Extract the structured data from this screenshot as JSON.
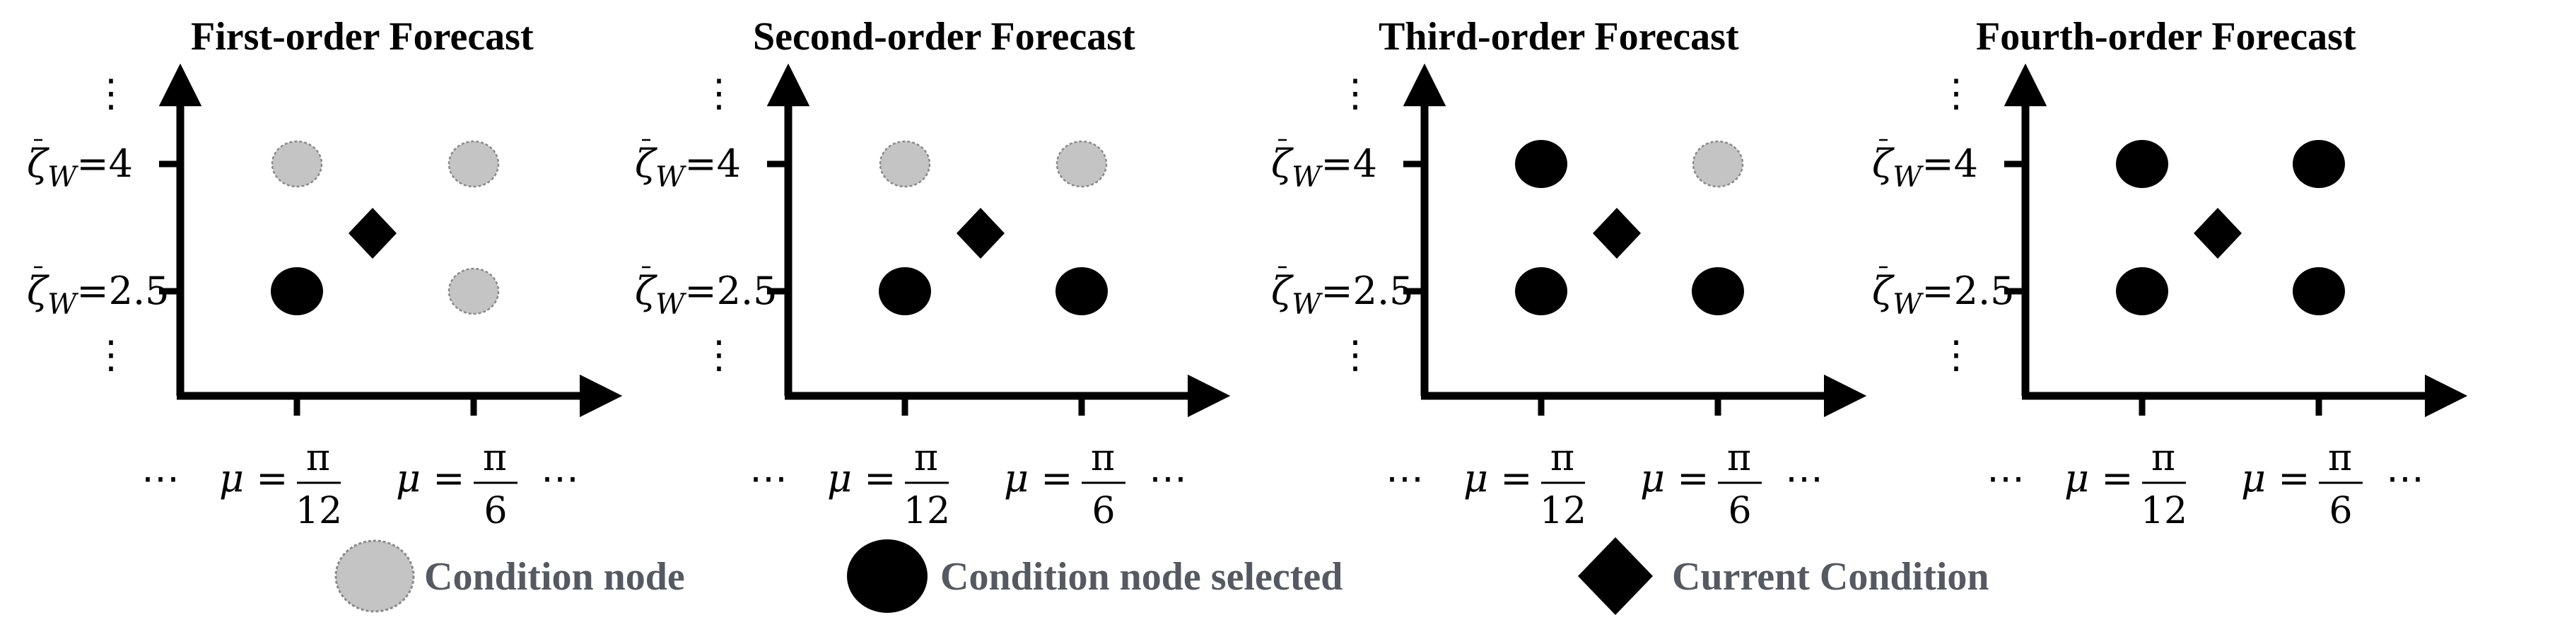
{
  "panels": [
    {
      "title": "First-order Forecast",
      "nodes": [
        {
          "mu": "pi/12",
          "zeta": "4",
          "selected": false
        },
        {
          "mu": "pi/6",
          "zeta": "4",
          "selected": false
        },
        {
          "mu": "pi/12",
          "zeta": "2.5",
          "selected": true
        },
        {
          "mu": "pi/6",
          "zeta": "2.5",
          "selected": false
        }
      ]
    },
    {
      "title": "Second-order Forecast",
      "nodes": [
        {
          "mu": "pi/12",
          "zeta": "4",
          "selected": false
        },
        {
          "mu": "pi/6",
          "zeta": "4",
          "selected": false
        },
        {
          "mu": "pi/12",
          "zeta": "2.5",
          "selected": true
        },
        {
          "mu": "pi/6",
          "zeta": "2.5",
          "selected": true
        }
      ]
    },
    {
      "title": "Third-order Forecast",
      "nodes": [
        {
          "mu": "pi/12",
          "zeta": "4",
          "selected": true
        },
        {
          "mu": "pi/6",
          "zeta": "4",
          "selected": false
        },
        {
          "mu": "pi/12",
          "zeta": "2.5",
          "selected": true
        },
        {
          "mu": "pi/6",
          "zeta": "2.5",
          "selected": true
        }
      ]
    },
    {
      "title": "Fourth-order Forecast",
      "nodes": [
        {
          "mu": "pi/12",
          "zeta": "4",
          "selected": true
        },
        {
          "mu": "pi/6",
          "zeta": "4",
          "selected": true
        },
        {
          "mu": "pi/12",
          "zeta": "2.5",
          "selected": true
        },
        {
          "mu": "pi/6",
          "zeta": "2.5",
          "selected": true
        }
      ]
    }
  ],
  "axis": {
    "y_symbol": "ζ",
    "y_subscript": "W",
    "y_ticks": [
      "4",
      "2.5"
    ],
    "x_symbol": "μ",
    "x_numerator": "π",
    "x_denominators": [
      "12",
      "6"
    ],
    "ellipsis": "⋯",
    "vertical_ellipsis": "⋮"
  },
  "legend": {
    "condition_node": "Condition node",
    "condition_node_selected": "Condition node selected",
    "current_condition": "Current Condition"
  },
  "colors": {
    "unselected_fill": "#c4c4c4",
    "unselected_stroke": "#8a8a8a",
    "selected_fill": "#000000",
    "axis": "#000000",
    "legend_text": "#555a62"
  }
}
